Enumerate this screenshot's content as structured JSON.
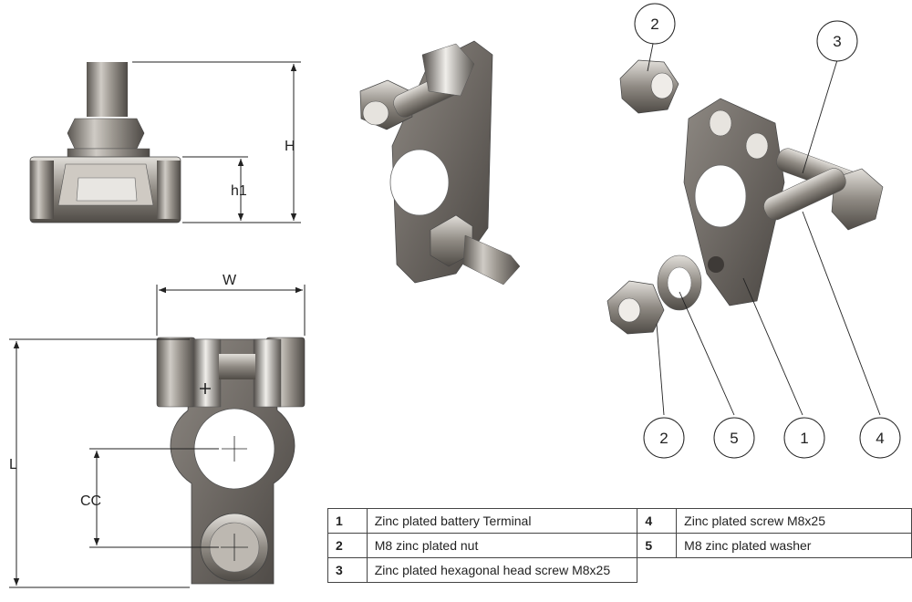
{
  "dimensions": {
    "H": "H",
    "h1": "h1",
    "W": "W",
    "L": "L",
    "CC": "CC"
  },
  "callouts": [
    "2",
    "3",
    "2",
    "5",
    "1",
    "4"
  ],
  "parts": [
    {
      "num": "1",
      "desc": "Zinc plated battery Terminal"
    },
    {
      "num": "2",
      "desc": "M8 zinc plated nut"
    },
    {
      "num": "3",
      "desc": "Zinc plated hexagonal head screw M8x25"
    },
    {
      "num": "4",
      "desc": "Zinc plated screw M8x25"
    },
    {
      "num": "5",
      "desc": "M8 zinc plated washer"
    }
  ],
  "colors": {
    "metal_dark": "#5e5a55",
    "metal_mid": "#9a958e",
    "metal_light": "#d8d5d0",
    "line": "#222222"
  }
}
